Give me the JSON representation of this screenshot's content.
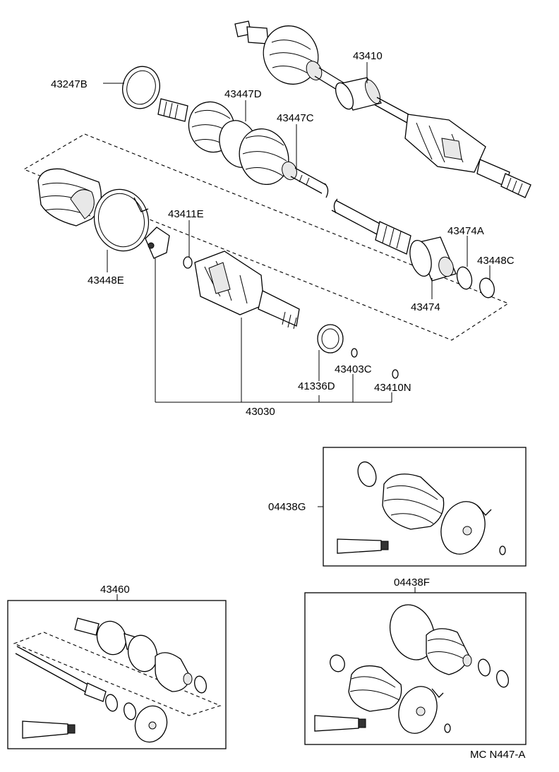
{
  "labels": {
    "p43410": "43410",
    "p43247B": "43247B",
    "p43447D": "43447D",
    "p43447C": "43447C",
    "p43411E": "43411E",
    "p43448E": "43448E",
    "p43474A": "43474A",
    "p43448C": "43448C",
    "p43474": "43474",
    "p43403C": "43403C",
    "p41336D": "41336D",
    "p43410N": "43410N",
    "p43030": "43030",
    "p04438G": "04438G",
    "p43460": "43460",
    "p04438F": "04438F",
    "code": "MC N447-A"
  }
}
